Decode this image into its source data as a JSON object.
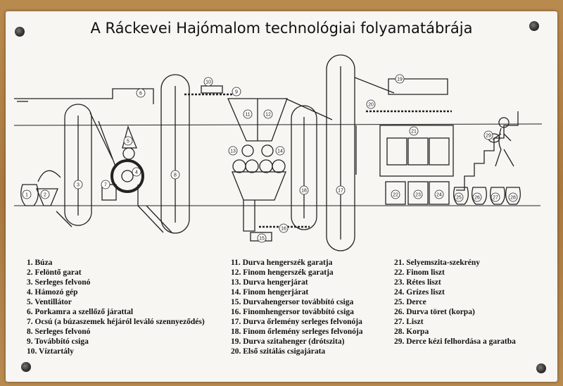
{
  "title": "A Ráckevei Hajómalom technológiai folyamatábrája",
  "diagram_numbers": [
    "1",
    "2",
    "3",
    "4",
    "5",
    "6",
    "7",
    "8",
    "9",
    "10",
    "11",
    "12",
    "13",
    "14",
    "15",
    "16",
    "17",
    "18",
    "19",
    "20",
    "21",
    "22",
    "23",
    "24",
    "25",
    "26",
    "27",
    "28",
    "29"
  ],
  "legend": {
    "col1": [
      "1. Búza",
      "2. Felöntő garat",
      "3. Serleges felvonó",
      "4. Hámozó gép",
      "5. Ventillátor",
      "6. Porkamra a szellőző járattal",
      "7. Ocsú (a búzaszemek héjáról leváló szennyeződés)",
      "8. Serleges felvonó",
      "9. Továbbító csiga",
      "10. Víztartály"
    ],
    "col2": [
      "11. Durva hengerszék garatja",
      "12. Finom hengerszék garatja",
      "13. Durva hengerjárat",
      "14. Finom hengerjárat",
      "15. Durvahengersor továbbító csiga",
      "16. Finomhengersor továbbító csiga",
      "17. Durva őrlemény serleges felvonója",
      "18. Finom őrlemény serleges felvonója",
      "19. Durva szitahenger (drótszita)",
      "20. Első szitálás csigajárata"
    ],
    "col3": [
      "21. Selyemszita-szekrény",
      "22. Finom liszt",
      "23. Rétes liszt",
      "24. Grízes liszt",
      "25. Derce",
      "26. Durva töret (korpa)",
      "27. Liszt",
      "28. Korpa",
      "29. Derce kézi felhordása a garatba"
    ]
  }
}
